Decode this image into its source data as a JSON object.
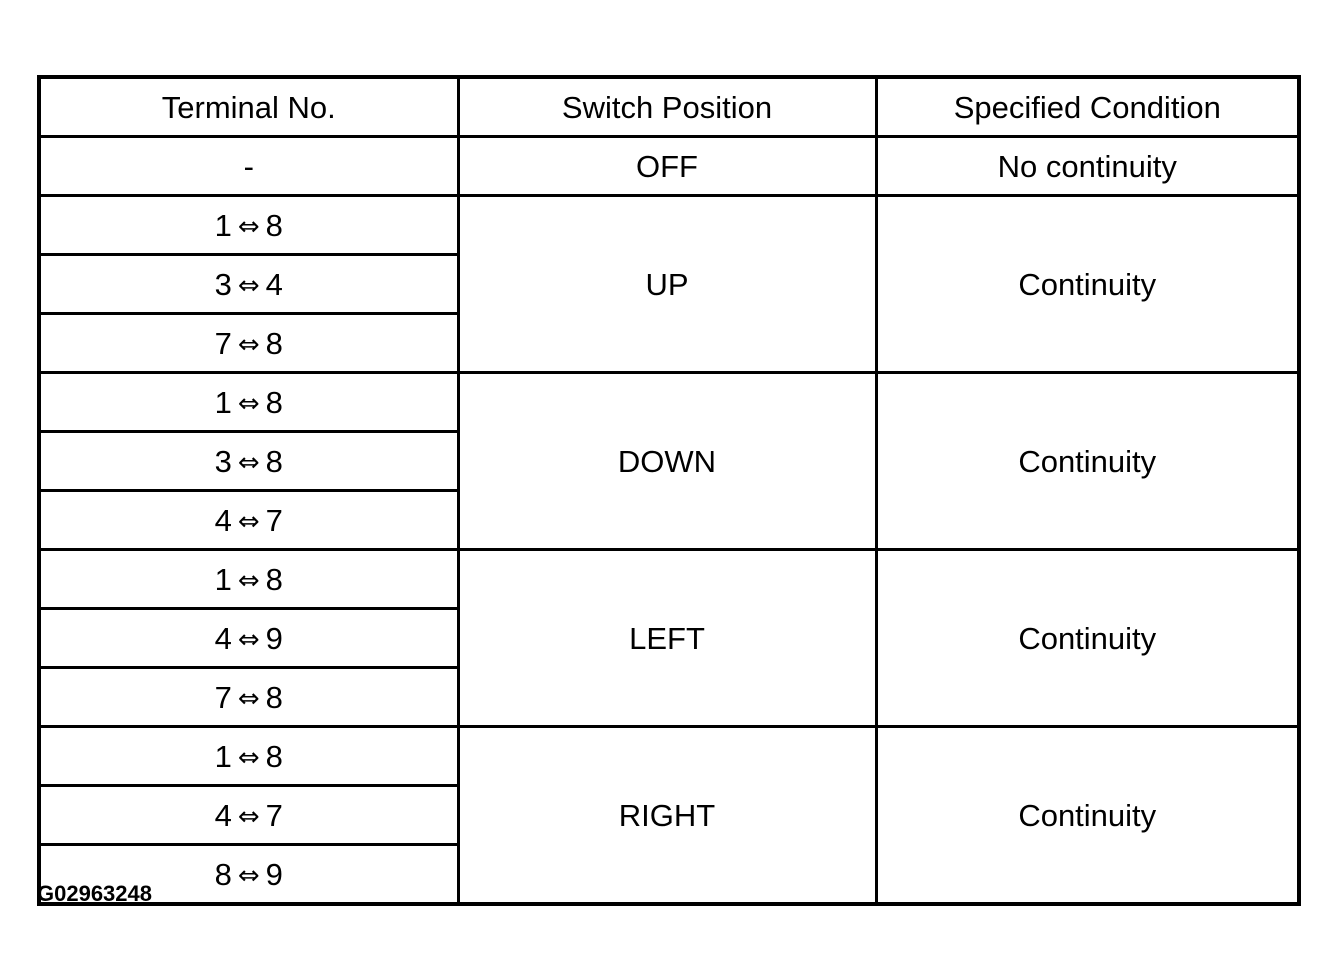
{
  "table": {
    "headers": [
      "Terminal No.",
      "Switch Position",
      "Specified Condition"
    ],
    "off_row": {
      "terminal": "-",
      "position": "OFF",
      "condition": "No continuity"
    },
    "groups": [
      {
        "position": "UP",
        "condition": "Continuity",
        "terminals": [
          {
            "a": "1",
            "b": "8"
          },
          {
            "a": "3",
            "b": "4"
          },
          {
            "a": "7",
            "b": "8"
          }
        ]
      },
      {
        "position": "DOWN",
        "condition": "Continuity",
        "terminals": [
          {
            "a": "1",
            "b": "8"
          },
          {
            "a": "3",
            "b": "8"
          },
          {
            "a": "4",
            "b": "7"
          }
        ]
      },
      {
        "position": "LEFT",
        "condition": "Continuity",
        "terminals": [
          {
            "a": "1",
            "b": "8"
          },
          {
            "a": "4",
            "b": "9"
          },
          {
            "a": "7",
            "b": "8"
          }
        ]
      },
      {
        "position": "RIGHT",
        "condition": "Continuity",
        "terminals": [
          {
            "a": "1",
            "b": "8"
          },
          {
            "a": "4",
            "b": "7"
          },
          {
            "a": "8",
            "b": "9"
          }
        ]
      }
    ],
    "arrow_symbol": "⇔",
    "arrow_icon": "double-arrow-icon"
  },
  "figure_code": "G02963248"
}
